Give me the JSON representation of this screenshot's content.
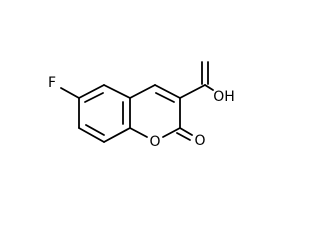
{
  "molecule": {
    "atoms": {
      "fluorine": "F",
      "ring_oxygen": "O",
      "carbonyl_oxygen": "O",
      "hydroxyl": "OH"
    },
    "colors": {
      "bond": "#000000",
      "text": "#000000",
      "background": "#ffffff"
    }
  }
}
